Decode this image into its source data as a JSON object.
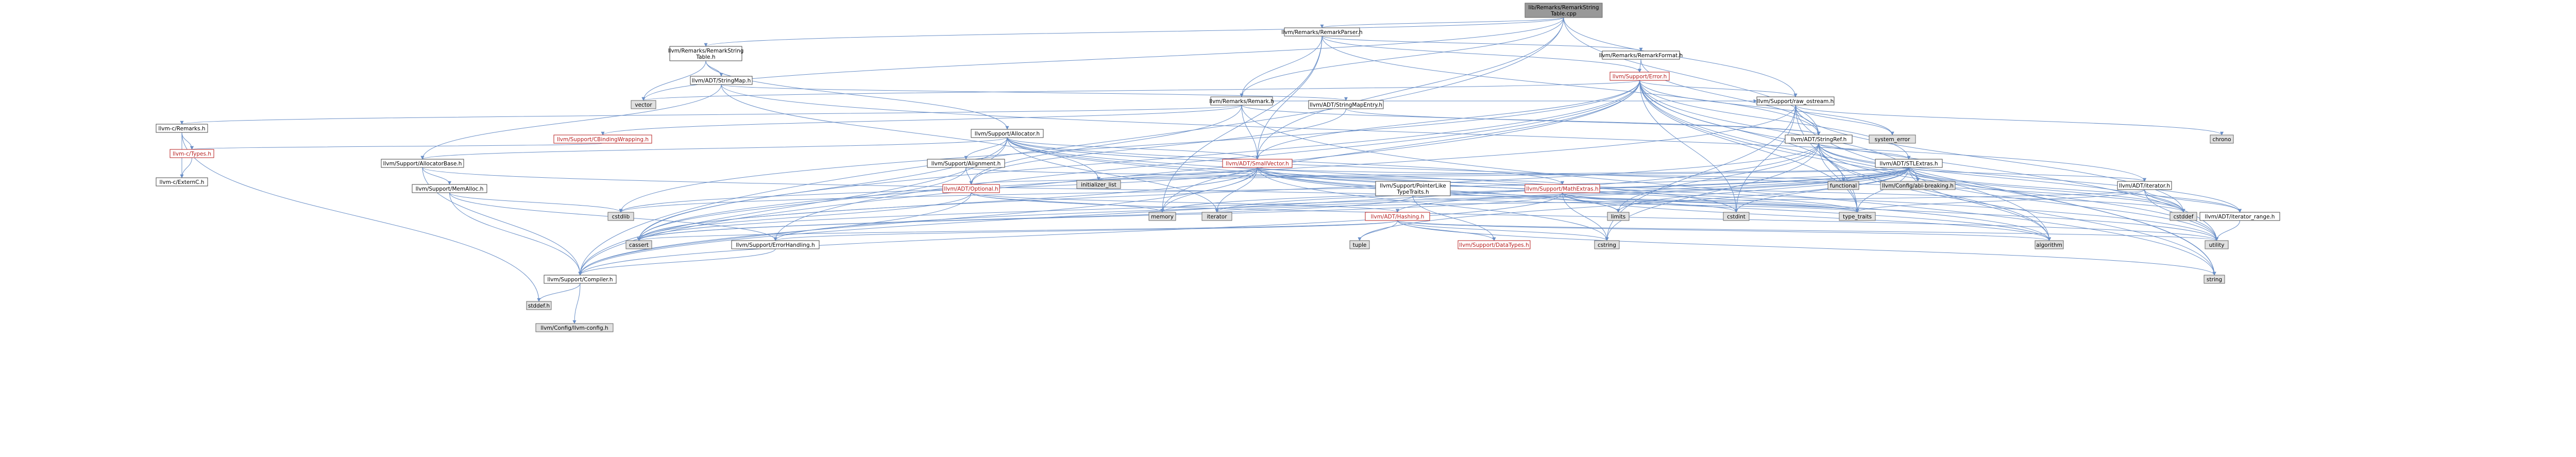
{
  "colors": {
    "root_fill": "#999999",
    "local_fill": "#ffffff",
    "external_fill": "#e0e0e0",
    "red_fill": "#ffffff",
    "border": "#666666",
    "local_border": "#444444",
    "red_text": "#b71c1c",
    "edge": "#6a8fc7"
  },
  "nodes": [
    {
      "id": "root",
      "lines": [
        "lib/Remarks/RemarkString",
        "Table.cpp"
      ],
      "kind": "root"
    },
    {
      "id": "remarkparser",
      "lines": [
        "llvm/Remarks/RemarkParser.h"
      ],
      "kind": "local"
    },
    {
      "id": "remarkstringtable",
      "lines": [
        "llvm/Remarks/RemarkString",
        "Table.h"
      ],
      "kind": "local"
    },
    {
      "id": "remarkformat",
      "lines": [
        "llvm/Remarks/RemarkFormat.h"
      ],
      "kind": "local"
    },
    {
      "id": "error",
      "lines": [
        "llvm/Support/Error.h"
      ],
      "kind": "red"
    },
    {
      "id": "stringmap",
      "lines": [
        "llvm/ADT/StringMap.h"
      ],
      "kind": "local"
    },
    {
      "id": "remark",
      "lines": [
        "llvm/Remarks/Remark.h"
      ],
      "kind": "local"
    },
    {
      "id": "stringmapentry",
      "lines": [
        "llvm/ADT/StringMapEntry.h"
      ],
      "kind": "local"
    },
    {
      "id": "rawostream",
      "lines": [
        "llvm/Support/raw_ostream.h"
      ],
      "kind": "local"
    },
    {
      "id": "vector",
      "lines": [
        "vector"
      ],
      "kind": "external"
    },
    {
      "id": "cbindingwrapping",
      "lines": [
        "llvm/Support/CBindingWrapping.h"
      ],
      "kind": "red"
    },
    {
      "id": "allocator",
      "lines": [
        "llvm/Support/Allocator.h"
      ],
      "kind": "local"
    },
    {
      "id": "llvmcremarks",
      "lines": [
        "llvm-c/Remarks.h"
      ],
      "kind": "local"
    },
    {
      "id": "systemerror",
      "lines": [
        "system_error"
      ],
      "kind": "external"
    },
    {
      "id": "stringref",
      "lines": [
        "llvm/ADT/StringRef.h"
      ],
      "kind": "local"
    },
    {
      "id": "chrono",
      "lines": [
        "chrono"
      ],
      "kind": "external"
    },
    {
      "id": "llvmctypes",
      "lines": [
        "llvm-c/Types.h"
      ],
      "kind": "red"
    },
    {
      "id": "allocatorbase",
      "lines": [
        "llvm/Support/AllocatorBase.h"
      ],
      "kind": "local"
    },
    {
      "id": "alignment",
      "lines": [
        "llvm/Support/Alignment.h"
      ],
      "kind": "local"
    },
    {
      "id": "smallvector",
      "lines": [
        "llvm/ADT/SmallVector.h"
      ],
      "kind": "red"
    },
    {
      "id": "stlextras",
      "lines": [
        "llvm/ADT/STLExtras.h"
      ],
      "kind": "local"
    },
    {
      "id": "externc",
      "lines": [
        "llvm-c/ExternC.h"
      ],
      "kind": "local"
    },
    {
      "id": "memalloc",
      "lines": [
        "llvm/Support/MemAlloc.h"
      ],
      "kind": "local"
    },
    {
      "id": "optional",
      "lines": [
        "llvm/ADT/Optional.h"
      ],
      "kind": "red"
    },
    {
      "id": "initlist",
      "lines": [
        "initializer_list"
      ],
      "kind": "external"
    },
    {
      "id": "ptrlike",
      "lines": [
        "llvm/Support/PointerLike",
        "TypeTraits.h"
      ],
      "kind": "local"
    },
    {
      "id": "mathextras",
      "lines": [
        "llvm/Support/MathExtras.h"
      ],
      "kind": "red"
    },
    {
      "id": "functional",
      "lines": [
        "functional"
      ],
      "kind": "external"
    },
    {
      "id": "abibreaking",
      "lines": [
        "llvm/Config/abi-breaking.h"
      ],
      "kind": "external"
    },
    {
      "id": "iterator",
      "lines": [
        "llvm/ADT/iterator.h"
      ],
      "kind": "local"
    },
    {
      "id": "hashing",
      "lines": [
        "llvm/ADT/Hashing.h"
      ],
      "kind": "red"
    },
    {
      "id": "cstdlib",
      "lines": [
        "cstdlib"
      ],
      "kind": "external"
    },
    {
      "id": "memory",
      "lines": [
        "memory"
      ],
      "kind": "external"
    },
    {
      "id": "iteratorhdr",
      "lines": [
        "iterator"
      ],
      "kind": "external"
    },
    {
      "id": "limits",
      "lines": [
        "limits"
      ],
      "kind": "external"
    },
    {
      "id": "cstdint",
      "lines": [
        "cstdint"
      ],
      "kind": "external"
    },
    {
      "id": "typetraits",
      "lines": [
        "type_traits"
      ],
      "kind": "external"
    },
    {
      "id": "cstddef",
      "lines": [
        "cstddef"
      ],
      "kind": "external"
    },
    {
      "id": "iterrange",
      "lines": [
        "llvm/ADT/iterator_range.h"
      ],
      "kind": "local"
    },
    {
      "id": "tuple",
      "lines": [
        "tuple"
      ],
      "kind": "external"
    },
    {
      "id": "datatypes",
      "lines": [
        "llvm/Support/DataTypes.h"
      ],
      "kind": "red"
    },
    {
      "id": "cstring",
      "lines": [
        "cstring"
      ],
      "kind": "external"
    },
    {
      "id": "cassert",
      "lines": [
        "cassert"
      ],
      "kind": "external"
    },
    {
      "id": "errorhandling",
      "lines": [
        "llvm/Support/ErrorHandling.h"
      ],
      "kind": "local"
    },
    {
      "id": "algorithm",
      "lines": [
        "algorithm"
      ],
      "kind": "external"
    },
    {
      "id": "utility",
      "lines": [
        "utility"
      ],
      "kind": "external"
    },
    {
      "id": "compiler",
      "lines": [
        "llvm/Support/Compiler.h"
      ],
      "kind": "local"
    },
    {
      "id": "string",
      "lines": [
        "string"
      ],
      "kind": "external"
    },
    {
      "id": "stddef",
      "lines": [
        "stddef.h"
      ],
      "kind": "external"
    },
    {
      "id": "llvmconfig",
      "lines": [
        "llvm/Config/llvm-config.h"
      ],
      "kind": "external"
    }
  ],
  "edges": [
    [
      "root",
      "remarkparser"
    ],
    [
      "root",
      "remarkstringtable"
    ],
    [
      "root",
      "remark"
    ],
    [
      "root",
      "stringref"
    ],
    [
      "root",
      "vector"
    ],
    [
      "root",
      "rawostream"
    ],
    [
      "root",
      "smallvector"
    ],
    [
      "root",
      "compiler"
    ],
    [
      "remarkparser",
      "remarkformat"
    ],
    [
      "remarkparser",
      "remark"
    ],
    [
      "remarkparser",
      "error"
    ],
    [
      "remarkparser",
      "smallvector"
    ],
    [
      "remarkparser",
      "memory"
    ],
    [
      "remarkparser",
      "stringref"
    ],
    [
      "remarkstringtable",
      "stringmap"
    ],
    [
      "remarkstringtable",
      "allocator"
    ],
    [
      "remarkstringtable",
      "vector"
    ],
    [
      "remarkformat",
      "error"
    ],
    [
      "remarkformat",
      "stringref"
    ],
    [
      "error",
      "stlextras"
    ],
    [
      "error",
      "smallvector"
    ],
    [
      "error",
      "abibreaking"
    ],
    [
      "error",
      "compiler"
    ],
    [
      "error",
      "errorhandling"
    ],
    [
      "error",
      "rawostream"
    ],
    [
      "error",
      "algorithm"
    ],
    [
      "error",
      "cassert"
    ],
    [
      "error",
      "cstdint"
    ],
    [
      "error",
      "cstdlib"
    ],
    [
      "error",
      "functional"
    ],
    [
      "error",
      "memory"
    ],
    [
      "error",
      "string"
    ],
    [
      "error",
      "systemerror"
    ],
    [
      "error",
      "typetraits"
    ],
    [
      "error",
      "utility"
    ],
    [
      "error",
      "vector"
    ],
    [
      "stringmap",
      "stringmapentry"
    ],
    [
      "stringmap",
      "iterator"
    ],
    [
      "stringmap",
      "allocatorbase"
    ],
    [
      "stringmap",
      "initlist"
    ],
    [
      "stringmapentry",
      "stringref"
    ],
    [
      "stringmapentry",
      "optional"
    ],
    [
      "remark",
      "cbindingwrapping"
    ],
    [
      "remark",
      "llvmcremarks"
    ],
    [
      "remark",
      "optional"
    ],
    [
      "remark",
      "smallvector"
    ],
    [
      "remark",
      "stringref"
    ],
    [
      "remark",
      "rawostream"
    ],
    [
      "remark",
      "string"
    ],
    [
      "rawostream",
      "stringref"
    ],
    [
      "rawostream",
      "cassert"
    ],
    [
      "rawostream",
      "chrono"
    ],
    [
      "rawostream",
      "cstddef"
    ],
    [
      "rawostream",
      "cstdint"
    ],
    [
      "rawostream",
      "cstring"
    ],
    [
      "rawostream",
      "string"
    ],
    [
      "rawostream",
      "systemerror"
    ],
    [
      "rawostream",
      "typetraits"
    ],
    [
      "cbindingwrapping",
      "llvmctypes"
    ],
    [
      "allocator",
      "smallvector"
    ],
    [
      "allocator",
      "alignment"
    ],
    [
      "allocator",
      "allocatorbase"
    ],
    [
      "allocator",
      "compiler"
    ],
    [
      "allocator",
      "mathextras"
    ],
    [
      "allocator",
      "algorithm"
    ],
    [
      "allocator",
      "cassert"
    ],
    [
      "allocator",
      "cstddef"
    ],
    [
      "allocator",
      "cstdint"
    ],
    [
      "allocator",
      "iteratorhdr"
    ],
    [
      "allocator",
      "utility"
    ],
    [
      "llvmcremarks",
      "llvmctypes"
    ],
    [
      "llvmcremarks",
      "externc"
    ],
    [
      "llvmcremarks",
      "stddef"
    ],
    [
      "stringref",
      "stlextras"
    ],
    [
      "stringref",
      "iterrange"
    ],
    [
      "stringref",
      "compiler"
    ],
    [
      "stringref",
      "algorithm"
    ],
    [
      "stringref",
      "cassert"
    ],
    [
      "stringref",
      "cstddef"
    ],
    [
      "stringref",
      "cstring"
    ],
    [
      "stringref",
      "limits"
    ],
    [
      "stringref",
      "string"
    ],
    [
      "stringref",
      "typetraits"
    ],
    [
      "stringref",
      "utility"
    ],
    [
      "llvmctypes",
      "externc"
    ],
    [
      "allocatorbase",
      "compiler"
    ],
    [
      "allocatorbase",
      "memalloc"
    ],
    [
      "allocatorbase",
      "typetraits"
    ],
    [
      "alignment",
      "mathextras"
    ],
    [
      "alignment",
      "optional"
    ],
    [
      "alignment",
      "cassert"
    ],
    [
      "smallvector",
      "compiler"
    ],
    [
      "smallvector",
      "typetraits"
    ],
    [
      "smallvector",
      "algorithm"
    ],
    [
      "smallvector",
      "cassert"
    ],
    [
      "smallvector",
      "cstddef"
    ],
    [
      "smallvector",
      "cstdlib"
    ],
    [
      "smallvector",
      "cstring"
    ],
    [
      "smallvector",
      "functional"
    ],
    [
      "smallvector",
      "initlist"
    ],
    [
      "smallvector",
      "iteratorhdr"
    ],
    [
      "smallvector",
      "limits"
    ],
    [
      "smallvector",
      "memory"
    ],
    [
      "smallvector",
      "utility"
    ],
    [
      "stlextras",
      "hashing"
    ],
    [
      "stlextras",
      "optional"
    ],
    [
      "stlextras",
      "iterator"
    ],
    [
      "stlextras",
      "iterrange"
    ],
    [
      "stlextras",
      "abibreaking"
    ],
    [
      "stlextras",
      "errorhandling"
    ],
    [
      "stlextras",
      "algorithm"
    ],
    [
      "stlextras",
      "cassert"
    ],
    [
      "stlextras",
      "cstddef"
    ],
    [
      "stlextras",
      "cstdint"
    ],
    [
      "stlextras",
      "cstdlib"
    ],
    [
      "stlextras",
      "functional"
    ],
    [
      "stlextras",
      "initlist"
    ],
    [
      "stlextras",
      "iteratorhdr"
    ],
    [
      "stlextras",
      "limits"
    ],
    [
      "stlextras",
      "memory"
    ],
    [
      "stlextras",
      "tuple"
    ],
    [
      "stlextras",
      "typetraits"
    ],
    [
      "stlextras",
      "utility"
    ],
    [
      "memalloc",
      "compiler"
    ],
    [
      "memalloc",
      "errorhandling"
    ],
    [
      "memalloc",
      "cstdlib"
    ],
    [
      "optional",
      "hashing"
    ],
    [
      "optional",
      "compiler"
    ],
    [
      "optional",
      "cassert"
    ],
    [
      "optional",
      "memory"
    ],
    [
      "optional",
      "new"
    ],
    [
      "optional",
      "utility"
    ],
    [
      "ptrlike",
      "datatypes"
    ],
    [
      "ptrlike",
      "cassert"
    ],
    [
      "ptrlike",
      "typetraits"
    ],
    [
      "mathextras",
      "compiler"
    ],
    [
      "mathextras",
      "algorithm"
    ],
    [
      "mathextras",
      "cassert"
    ],
    [
      "mathextras",
      "cstdint"
    ],
    [
      "mathextras",
      "cstring"
    ],
    [
      "mathextras",
      "limits"
    ],
    [
      "mathextras",
      "typetraits"
    ],
    [
      "iterator",
      "iterrange"
    ],
    [
      "iterator",
      "cstddef"
    ],
    [
      "iterator",
      "iteratorhdr"
    ],
    [
      "iterator",
      "typetraits"
    ],
    [
      "iterator",
      "utility"
    ],
    [
      "hashing",
      "errorhandling"
    ],
    [
      "hashing",
      "datatypes"
    ],
    [
      "hashing",
      "algorithm"
    ],
    [
      "hashing",
      "cassert"
    ],
    [
      "hashing",
      "cstring"
    ],
    [
      "hashing",
      "string"
    ],
    [
      "hashing",
      "tuple"
    ],
    [
      "hashing",
      "utility"
    ],
    [
      "iterrange",
      "utility"
    ],
    [
      "errorhandling",
      "compiler"
    ],
    [
      "compiler",
      "llvmconfig"
    ],
    [
      "compiler",
      "stddef"
    ]
  ]
}
